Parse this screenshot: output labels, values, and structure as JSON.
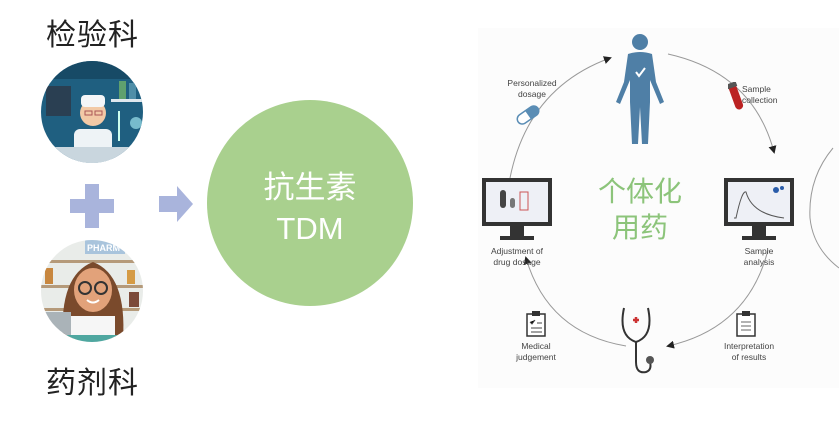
{
  "left": {
    "top_dept": "检验科",
    "bottom_dept": "药剂科",
    "pharmacy_sign": "PHARM",
    "result_line1": "抗生素",
    "result_line2": "TDM"
  },
  "cycle": {
    "center_line1": "个体化",
    "center_line2": "用药",
    "steps": [
      {
        "label1": "Sample",
        "label2": "collection"
      },
      {
        "label1": "Sample",
        "label2": "analysis"
      },
      {
        "label1": "Interpretation",
        "label2": "of results"
      },
      {
        "label1": "Medical",
        "label2": "judgement"
      },
      {
        "label1": "Adjustment of",
        "label2": "drug dosage"
      },
      {
        "label1": "Personalized",
        "label2": "dosage"
      }
    ]
  },
  "colors": {
    "green": "#a9d08e",
    "accent_blue": "#a9b4dc",
    "figure_blue": "#4f7fa6"
  }
}
